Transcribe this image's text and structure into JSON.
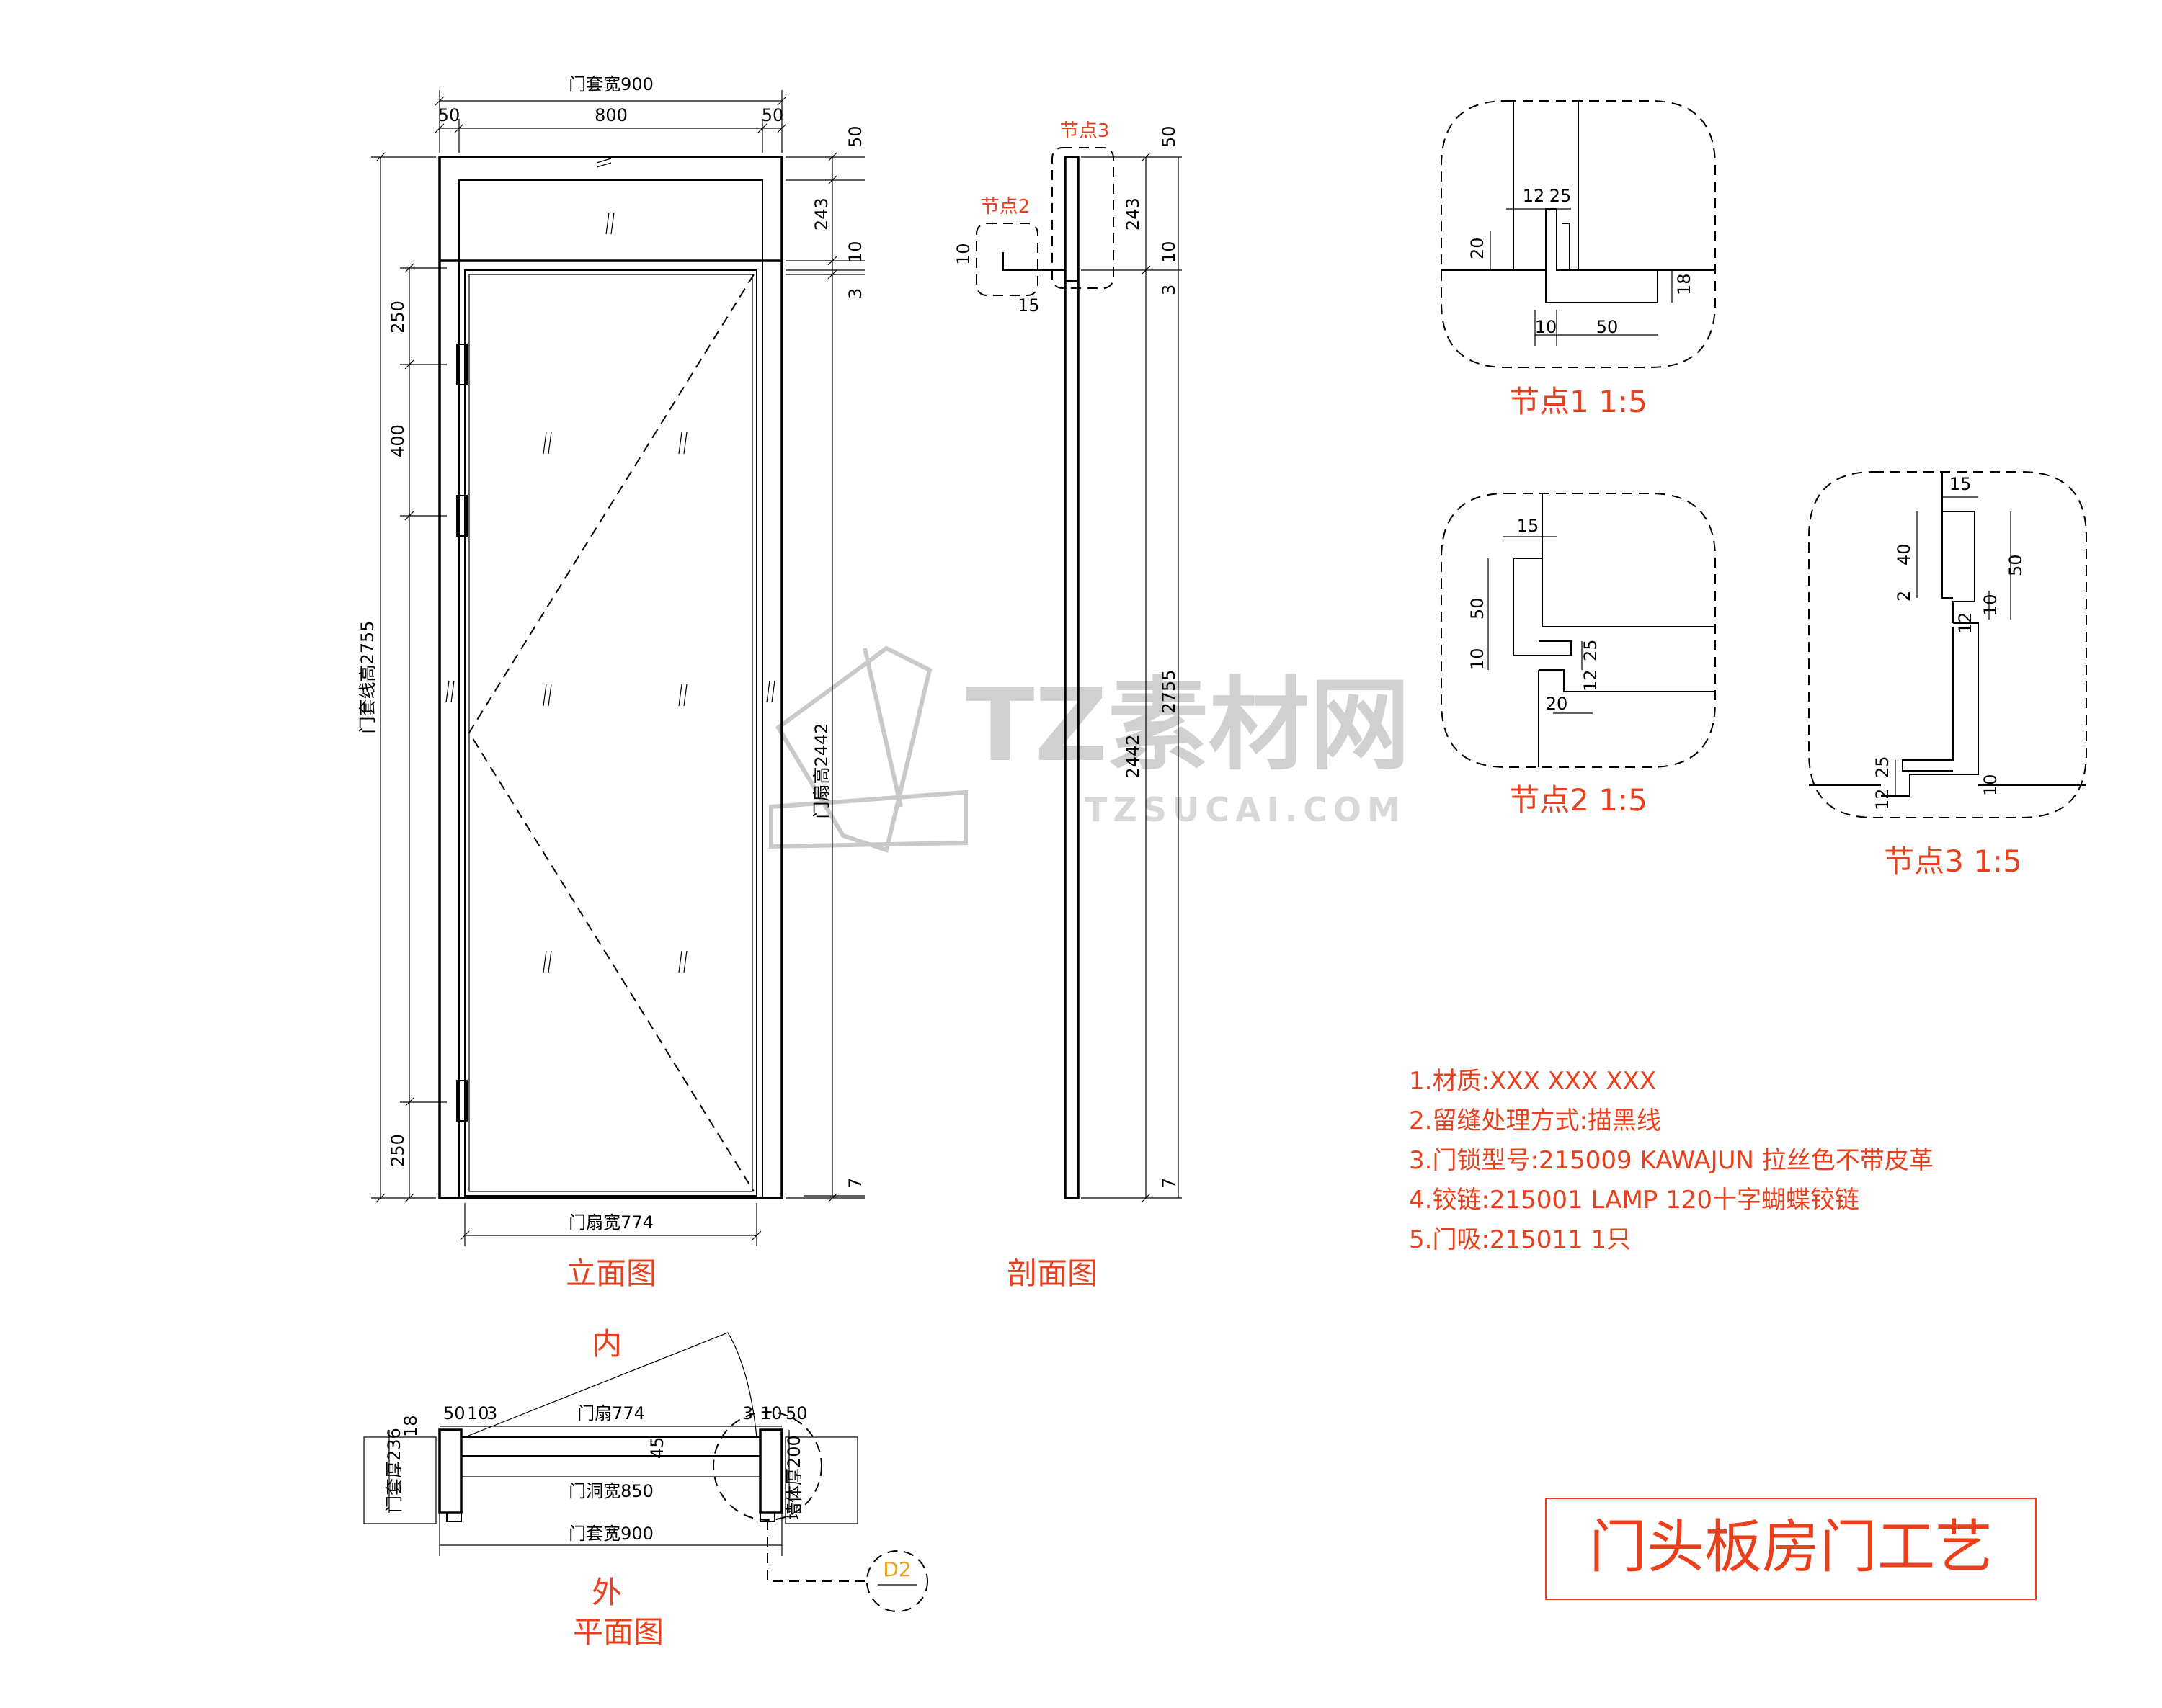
{
  "elevation": {
    "title": "立面图",
    "frame_width": "门套宽900",
    "inner_width": "800",
    "left_edge": "50",
    "right_edge": "50",
    "frame_height": "门套线高2755",
    "leaf_width": "门扇宽774",
    "leaf_height": "门扇高2442",
    "hinge_top": "250",
    "hinge_mid": "400",
    "hinge_bottom": "250",
    "right_dims": [
      "50",
      "243",
      "10",
      "3",
      "7"
    ]
  },
  "section": {
    "title": "剖面图",
    "node2_tag": "节点2",
    "node3_tag": "节点3",
    "dims_left": [
      "10",
      "15"
    ],
    "height_leaf": "2442",
    "height_frame": "2755",
    "right_dims": [
      "50",
      "243",
      "10",
      "3",
      "7"
    ]
  },
  "plan": {
    "title": "平面图",
    "inside": "内",
    "outside": "外",
    "leaf": "门扇774",
    "opening": "门洞宽850",
    "frame": "门套宽900",
    "frame_thickness": "门套厚236",
    "wall_thickness": "墙体厚200",
    "left_dims": [
      "50",
      "10",
      "3",
      "18"
    ],
    "right_dims": [
      "3",
      "10",
      "50"
    ],
    "leaf_thickness": "45",
    "callout": "D2"
  },
  "details": [
    {
      "title": "节点1  1:5",
      "dims": [
        "12",
        "25",
        "20",
        "18",
        "10",
        "50"
      ]
    },
    {
      "title": "节点2  1:5",
      "dims": [
        "15",
        "50",
        "10",
        "25",
        "12",
        "20"
      ]
    },
    {
      "title": "节点3  1:5",
      "dims": [
        "15",
        "40",
        "50",
        "2",
        "10",
        "12",
        "25",
        "12",
        "10"
      ]
    }
  ],
  "notes": [
    "1.材质:XXX XXX XXX",
    "2.留缝处理方式:描黑线",
    "3.门锁型号:215009 KAWAJUN 拉丝色不带皮革",
    "4.铰链:215001 LAMP 120十字蝴蝶铰链",
    "5.门吸:215011  1只"
  ],
  "title_block": "门头板房门工艺",
  "watermark": {
    "brand": "TZ素材网",
    "url": "TZSUCAI.COM"
  },
  "colors": {
    "annotation": "#e8401c",
    "line": "#000000",
    "callout": "#e8a020"
  }
}
